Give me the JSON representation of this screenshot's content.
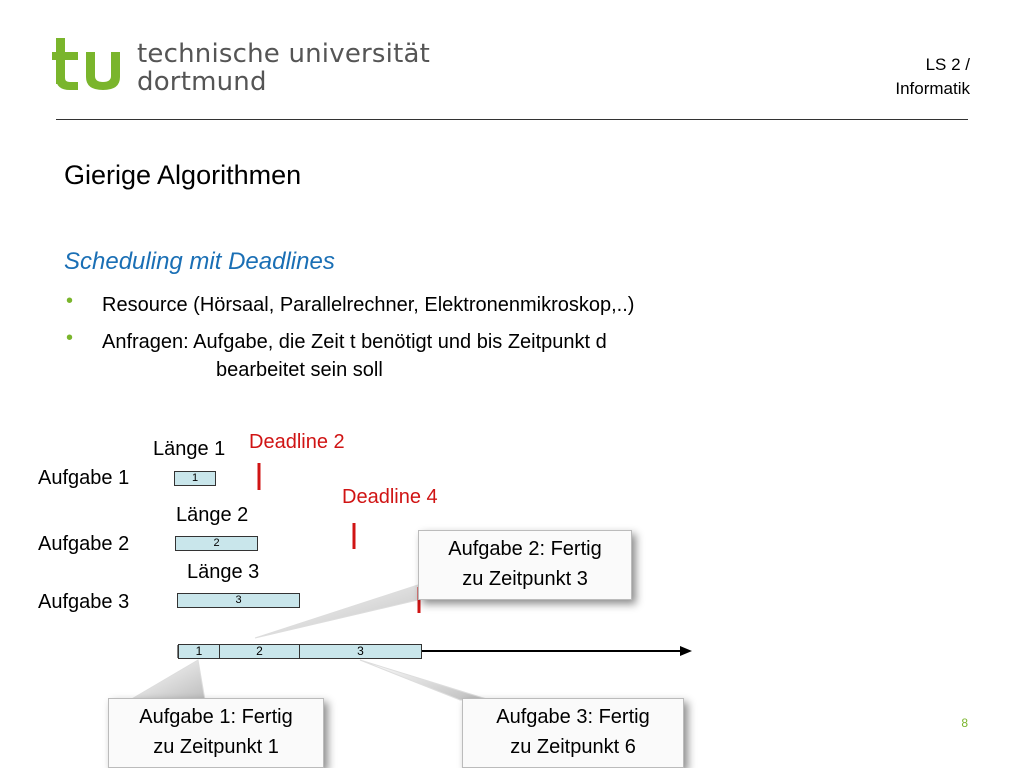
{
  "header": {
    "university_line1": "technische universität",
    "university_line2": "dortmund",
    "chair_line1": "LS 2 /",
    "chair_line2": "Informatik",
    "logo_color": "#7ab52c"
  },
  "slide": {
    "title": "Gierige Algorithmen",
    "subtitle": "Scheduling mit Deadlines",
    "bullets": [
      "Resource (Hörsaal, Parallelrechner, Elektronenmikroskop,..)",
      "Anfragen: Aufgabe, die Zeit t benötigt und bis Zeitpunkt d"
    ],
    "bullet2_continuation": "bearbeitet sein soll",
    "page_number": "8"
  },
  "diagram": {
    "tasks": [
      {
        "name": "Aufgabe 1",
        "length_label": "Länge 1",
        "bar_label": "1"
      },
      {
        "name": "Aufgabe 2",
        "length_label": "Länge 2",
        "bar_label": "2"
      },
      {
        "name": "Aufgabe 3",
        "length_label": "Länge 3",
        "bar_label": "3"
      }
    ],
    "deadlines": [
      "Deadline 2",
      "Deadline 4"
    ],
    "deadline_color": "#d01414",
    "timeline_segments": [
      "1",
      "2",
      "3"
    ],
    "callouts": {
      "task1": [
        "Aufgabe 1: Fertig",
        "zu Zeitpunkt 1"
      ],
      "task2": [
        "Aufgabe 2: Fertig",
        "zu Zeitpunkt 3"
      ],
      "task3": [
        "Aufgabe 3: Fertig",
        "zu Zeitpunkt 6"
      ]
    }
  }
}
